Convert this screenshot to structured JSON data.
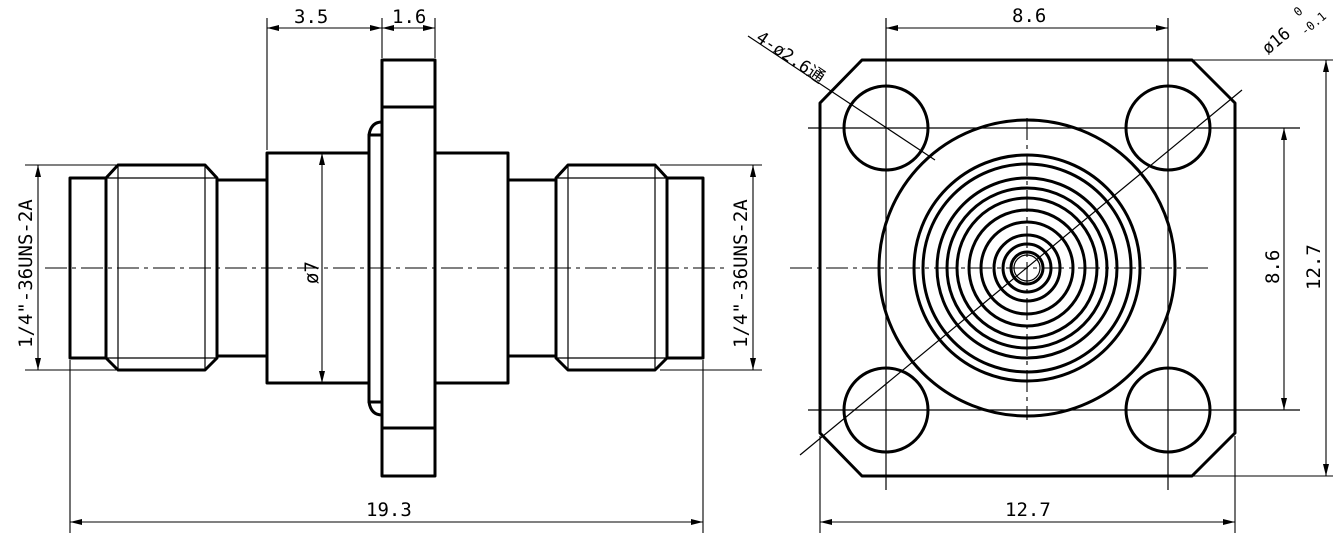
{
  "dimensions": {
    "body_length": "3.5",
    "flange_thickness": "1.6",
    "body_diameter": "ø7",
    "thread_left": "1/4\"-36UNS-2A",
    "thread_right": "1/4\"-36UNS-2A",
    "overall_length": "19.3",
    "hole_spacing_top": "8.6",
    "holes": "4-ø2.6通",
    "flange_diameter": "ø16",
    "flange_tol_upper": "0",
    "flange_tol_lower": "-0.1",
    "hole_spacing_right": "8.6",
    "flange_height": "12.7",
    "flange_width": "12.7"
  }
}
